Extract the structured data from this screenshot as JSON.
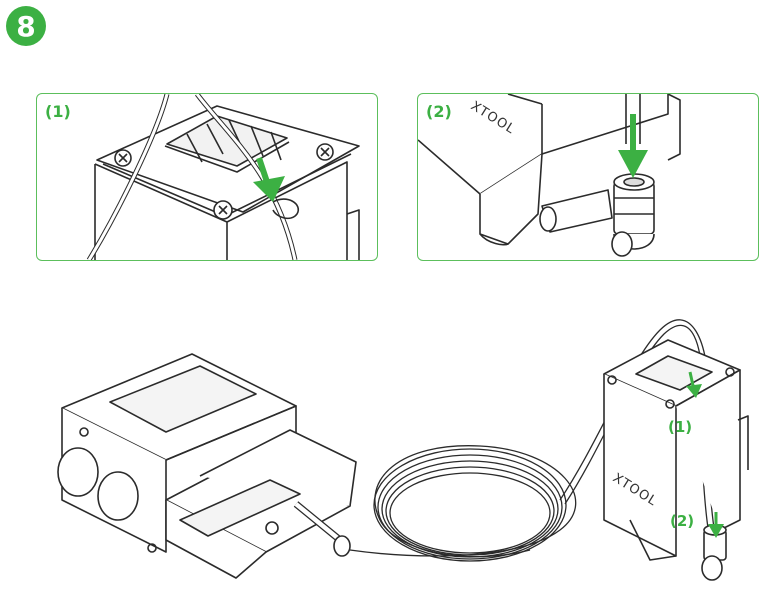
{
  "step": {
    "number": "8"
  },
  "colors": {
    "accent": "#3cb043",
    "line": "#2b2b2b",
    "panel_border": "#5cbf5c"
  },
  "panels": [
    {
      "label": "(1)"
    },
    {
      "label": "(2)"
    }
  ],
  "main": {
    "callouts": [
      "(1)",
      "(2)"
    ],
    "brand": "XTOOL"
  }
}
